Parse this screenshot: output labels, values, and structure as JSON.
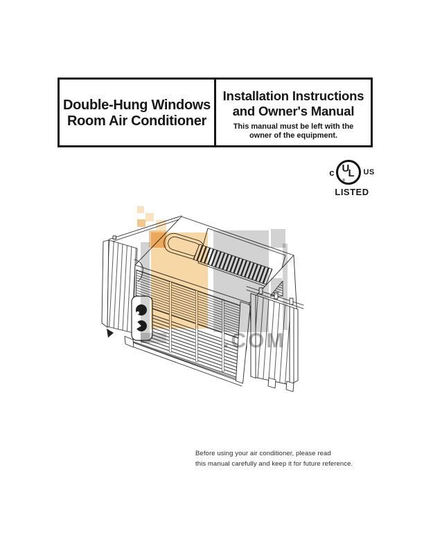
{
  "header": {
    "left": {
      "line1": "Double-Hung Windows",
      "line2": "Room Air Conditioner"
    },
    "right": {
      "line1": "Installation Instructions",
      "line2": "and Owner's Manual",
      "note1": "This manual must be left with the",
      "note2": "owner of the equipment."
    }
  },
  "certification": {
    "left_text": "c",
    "monogram_u": "U",
    "monogram_l": "L",
    "registered": "®",
    "right_text": "US",
    "listed": "LISTED"
  },
  "illustration": {
    "alt": "Isometric line drawing of a double-hung window room air conditioner with accordion side curtains, top vent grille, round fan cover and a two-knob control panel",
    "line_color": "#2b2b2b"
  },
  "watermark": {
    "text": ".COM",
    "orange_light": "#fae3bf",
    "orange_medium": "#f3c78b",
    "orange_overlay": "#f7d7a5",
    "gray_block": "#d2d2d2",
    "gray_text": "#aeaeae"
  },
  "footer": {
    "line1": "Before using your air conditioner, please read",
    "line2": "this manual carefully and keep it for future reference."
  }
}
